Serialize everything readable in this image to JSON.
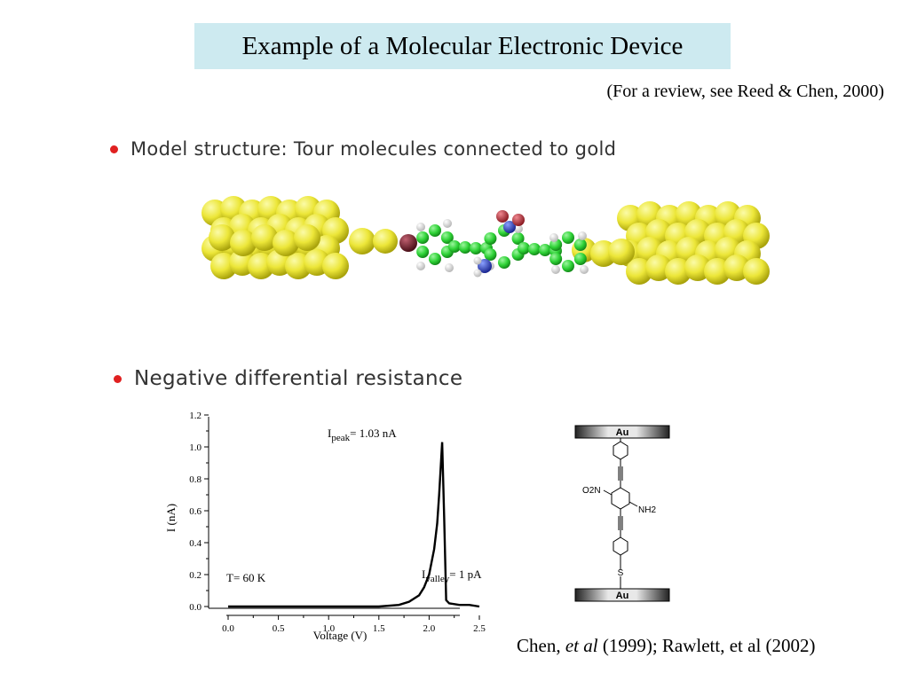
{
  "slide": {
    "title": "Example of a Molecular Electronic Device",
    "review_note": "(For a review, see Reed & Chen, 2000)",
    "bullets": [
      "Model structure:  Tour molecules connected to gold",
      "Negative differential resistance"
    ],
    "citation": {
      "part1": "Chen, ",
      "part2": "et al",
      "part3": " (1999); Rawlett, et al (2002)"
    }
  },
  "molecule_image": {
    "icon": "gold-molecule-junction-icon",
    "colors": {
      "gold": "#f2ee4a",
      "carbon": "#2ed236",
      "hydrogen": "#f0f0f0",
      "sulfur": "#7a1f2b",
      "oxygen": "#c0303a",
      "nitrogen": "#2a3aa8"
    }
  },
  "structure_diagram": {
    "top_electrode": "Au",
    "bottom_electrode": "Au",
    "left_group": "O2N",
    "right_group": "NH2",
    "anchor": "S"
  },
  "chart_data": {
    "type": "line",
    "xlabel": "Voltage (V)",
    "ylabel": "I (nA)",
    "xlim": [
      0.0,
      2.5
    ],
    "ylim": [
      0.0,
      1.2
    ],
    "xticks": [
      "0.0",
      "0.5",
      "1.0",
      "1.5",
      "2.0",
      "2.5"
    ],
    "yticks": [
      "0.0",
      "0.2",
      "0.4",
      "0.6",
      "0.8",
      "1.0",
      "1.2"
    ],
    "series": [
      {
        "x": [
          0.0,
          0.5,
          1.0,
          1.5,
          1.7,
          1.8,
          1.9,
          1.95,
          2.0,
          2.05,
          2.08,
          2.1,
          2.13,
          2.15,
          2.17,
          2.2,
          2.3,
          2.4,
          2.5
        ],
        "values": [
          0.0,
          0.0,
          0.0,
          0.0,
          0.01,
          0.03,
          0.07,
          0.12,
          0.2,
          0.36,
          0.52,
          0.7,
          1.03,
          0.55,
          0.04,
          0.02,
          0.01,
          0.01,
          0.0
        ]
      }
    ],
    "annotations": {
      "temperature": "T= 60 K",
      "peak_main": "I",
      "peak_sub": "peak",
      "peak_value": "= 1.03 nA",
      "valley_main": "I",
      "valley_sub": "valley",
      "valley_value": "= 1 pA"
    },
    "grid": false
  }
}
